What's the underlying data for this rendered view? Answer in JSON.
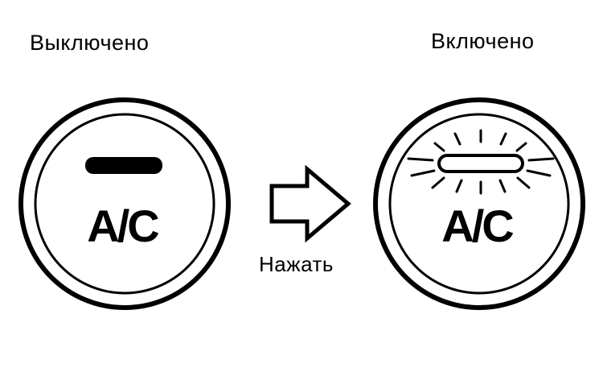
{
  "diagram": {
    "off_state_label": "Выключено",
    "on_state_label": "Включено",
    "action_label": "Нажать",
    "button_label": "A/C",
    "colors": {
      "ink": "#000000",
      "background": "#ffffff"
    },
    "icons": {
      "action_arrow": "arrow-right-icon",
      "indicator_off": "indicator-off-icon",
      "indicator_on": "indicator-glow-icon"
    }
  }
}
